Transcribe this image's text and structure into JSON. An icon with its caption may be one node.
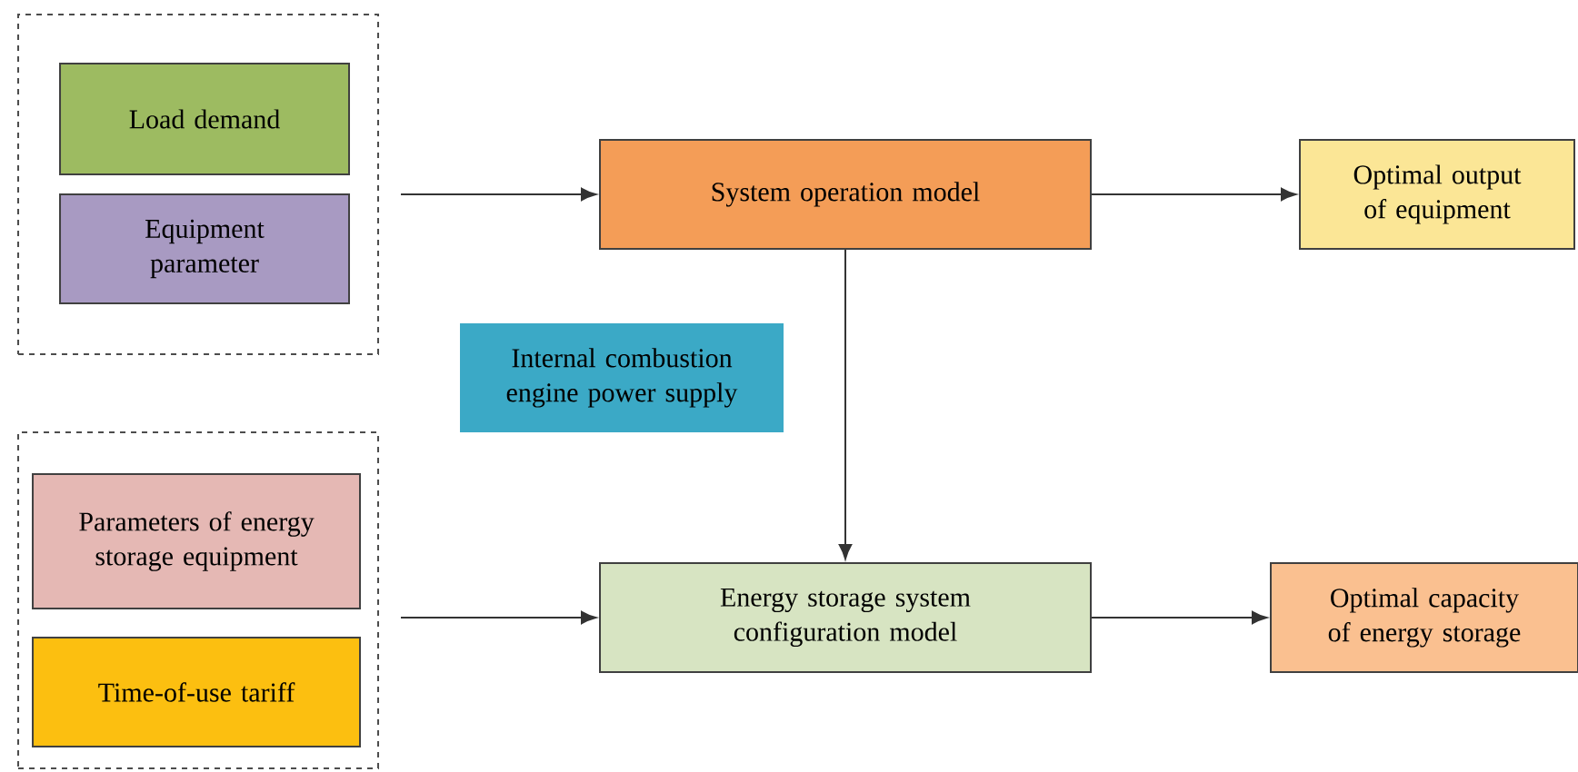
{
  "diagram": {
    "nodes": [
      {
        "text": [],
        "shape": "box"
      },
      {
        "text": [
          "Load demand"
        ],
        "in": 0
      },
      {
        "text": [
          "Equipment parameter"
        ],
        "in": 0
      },
      {
        "text": [
          "System operation model"
        ]
      },
      {
        "text": [
          "Optimal output of equipment"
        ]
      },
      {
        "text": [
          "Internal combustion engine power supply"
        ]
      },
      {
        "text": [],
        "shape": "box"
      },
      {
        "text": [
          "Parameters of energy storage equipment"
        ],
        "in": 6
      },
      {
        "text": [
          "Time-of-use tariff"
        ],
        "in": 6
      },
      {
        "text": [
          "Energy storage system configuration model"
        ]
      },
      {
        "text": [
          "Optimal capacity of energy storage"
        ]
      }
    ],
    "edges": [
      {
        "from": 0,
        "to": 3,
        "arrow": "to"
      },
      {
        "from": 3,
        "to": 4,
        "arrow": "to"
      },
      {
        "from": 3,
        "to": 9,
        "arrow": "to"
      },
      {
        "from": 6,
        "to": 9,
        "arrow": "to"
      },
      {
        "from": 9,
        "to": 10,
        "arrow": "to"
      }
    ]
  }
}
